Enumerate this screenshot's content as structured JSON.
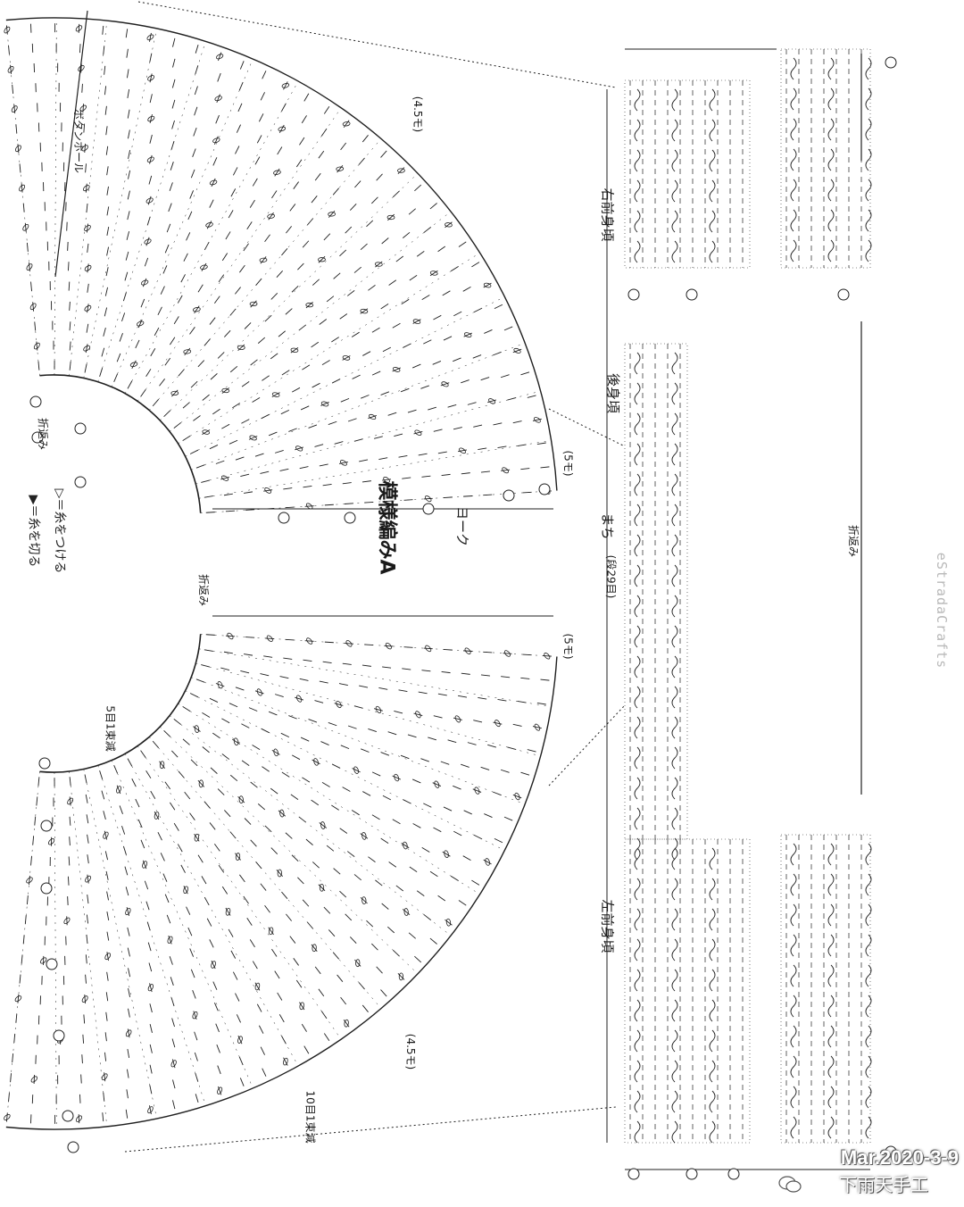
{
  "labels": {
    "yoke": "ヨーク",
    "pattern_a": "模様編みA",
    "right_front_body": "右前身頃",
    "back_body": "後身頃",
    "left_front_body": "左前身頃",
    "mochi": "まち",
    "mochi_rows": "(段29目)",
    "button_hole": "ボタンホール",
    "fold_left": "折返み",
    "fold_mid": "折返み",
    "fold_right": "折返み",
    "measure_45_top": "(4.5モ)",
    "measure_5_top": "(5モ)",
    "measure_5_bottom": "(5モ)",
    "measure_45_bottom": "(4.5モ)",
    "decrease_5": "5目1束減",
    "decrease_10": "10目1束減"
  },
  "legend": {
    "attach": "▷＝糸をつける",
    "cut": "▶＝糸を切る"
  },
  "watermark": "eStradaCrafts",
  "stamp": {
    "date": "Mar.2020-3-9",
    "brand": "下雨天手工"
  },
  "colors": {
    "ink": "#1f1f1f",
    "paper": "#ffffff"
  }
}
